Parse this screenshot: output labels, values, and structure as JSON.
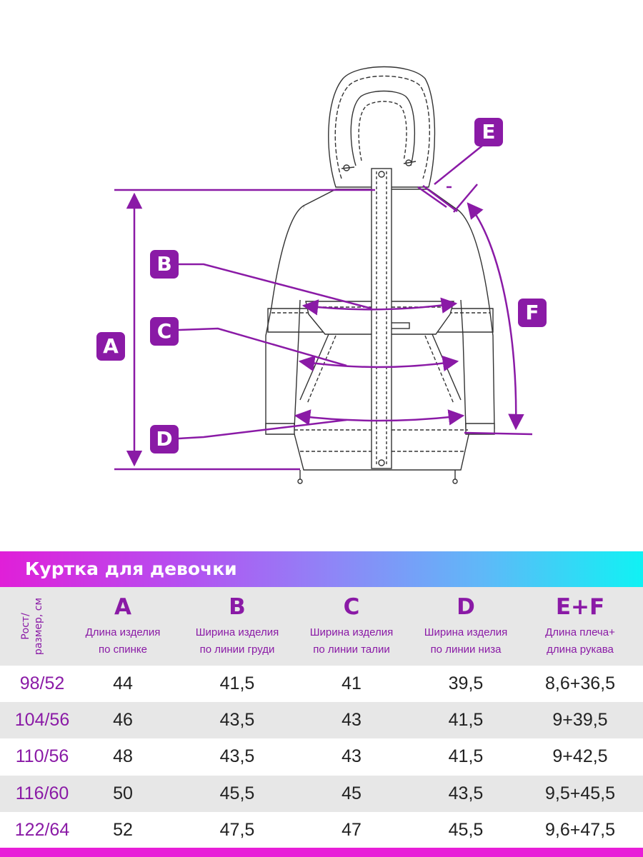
{
  "labels": {
    "A": "A",
    "B": "B",
    "C": "C",
    "D": "D",
    "E": "E",
    "F": "F"
  },
  "colors": {
    "accent": "#8a1aa6",
    "gradient_start": "#e01fd8",
    "gradient_end": "#10f2f4",
    "row_shade": "#e7e7e7"
  },
  "table": {
    "title": "Куртка для девочки",
    "size_header": "Рост/\nразмер, см",
    "columns": [
      {
        "letter": "A",
        "desc": "Длина изделия\nпо спинке"
      },
      {
        "letter": "B",
        "desc": "Ширина изделия\nпо линии груди"
      },
      {
        "letter": "C",
        "desc": "Ширина изделия\nпо линии талии"
      },
      {
        "letter": "D",
        "desc": "Ширина изделия\nпо линии низа"
      },
      {
        "letter": "E+F",
        "desc": "Длина плеча+\nдлина рукава"
      }
    ],
    "rows": [
      {
        "size": "98/52",
        "values": [
          "44",
          "41,5",
          "41",
          "39,5",
          "8,6+36,5"
        ]
      },
      {
        "size": "104/56",
        "values": [
          "46",
          "43,5",
          "43",
          "41,5",
          "9+39,5"
        ]
      },
      {
        "size": "110/56",
        "values": [
          "48",
          "43,5",
          "43",
          "41,5",
          "9+42,5"
        ]
      },
      {
        "size": "116/60",
        "values": [
          "50",
          "45,5",
          "45",
          "43,5",
          "9,5+45,5"
        ]
      },
      {
        "size": "122/64",
        "values": [
          "52",
          "47,5",
          "47",
          "45,5",
          "9,6+47,5"
        ]
      }
    ]
  }
}
